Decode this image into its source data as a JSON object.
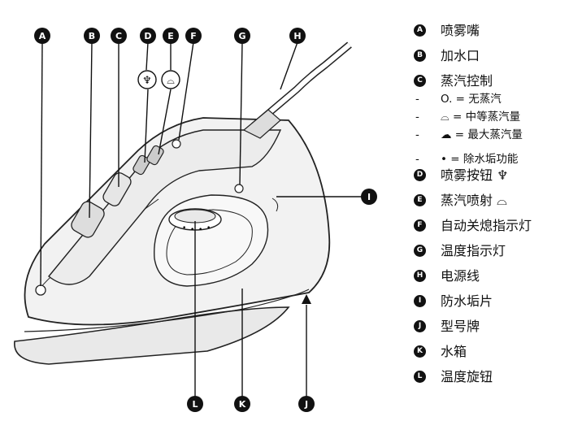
{
  "callouts": [
    "A",
    "B",
    "C",
    "D",
    "E",
    "F",
    "G",
    "H",
    "I",
    "J",
    "K",
    "L"
  ],
  "legend": [
    {
      "letter": "A",
      "label": "喷雾嘴"
    },
    {
      "letter": "B",
      "label": "加水口"
    },
    {
      "letter": "C",
      "label": "蒸汽控制",
      "sub": [
        {
          "dash": "-",
          "text": "O. = 无蒸汽"
        },
        {
          "dash": "-",
          "text": "⌓ = 中等蒸汽量"
        },
        {
          "dash": "-",
          "text": "☁ = 最大蒸汽量"
        },
        {
          "dash": "-",
          "text": "• = 除水垢功能"
        }
      ]
    },
    {
      "letter": "D",
      "label": "喷雾按钮 ♆"
    },
    {
      "letter": "E",
      "label": "蒸汽喷射 ⌓"
    },
    {
      "letter": "F",
      "label": "自动关熄指示灯"
    },
    {
      "letter": "G",
      "label": "温度指示灯"
    },
    {
      "letter": "H",
      "label": "电源线"
    },
    {
      "letter": "I",
      "label": "防水垢片"
    },
    {
      "letter": "J",
      "label": "型号牌"
    },
    {
      "letter": "K",
      "label": "水箱"
    },
    {
      "letter": "L",
      "label": "温度旋钮"
    }
  ],
  "dial_marks": [
    "•",
    "•",
    "•",
    "•"
  ]
}
